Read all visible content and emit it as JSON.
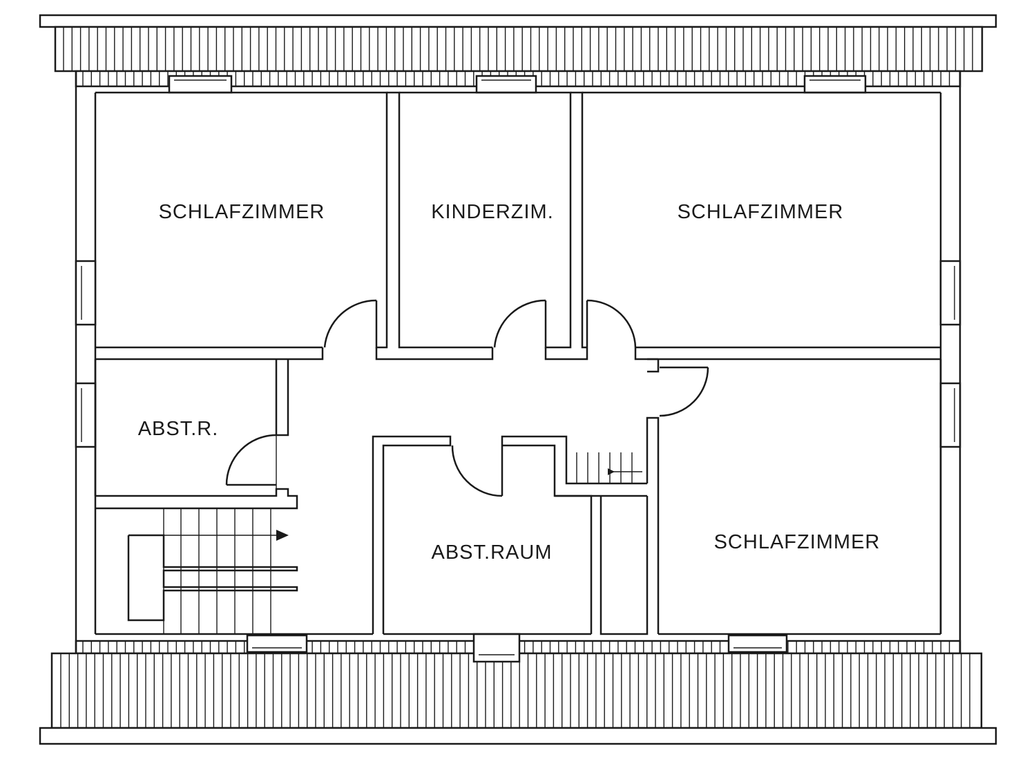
{
  "rooms": [
    {
      "id": "bedroom-top-left",
      "label": "SCHLAFZIMMER"
    },
    {
      "id": "kids-room",
      "label": "KINDERZIM."
    },
    {
      "id": "bedroom-top-right",
      "label": "SCHLAFZIMMER"
    },
    {
      "id": "storage-small",
      "label": "ABST.R."
    },
    {
      "id": "storage-room",
      "label": "ABST.RAUM"
    },
    {
      "id": "bedroom-bottom-right",
      "label": "SCHLAFZIMMER"
    }
  ],
  "colors": {
    "ink": "#1a1a1a",
    "paper": "#ffffff"
  }
}
